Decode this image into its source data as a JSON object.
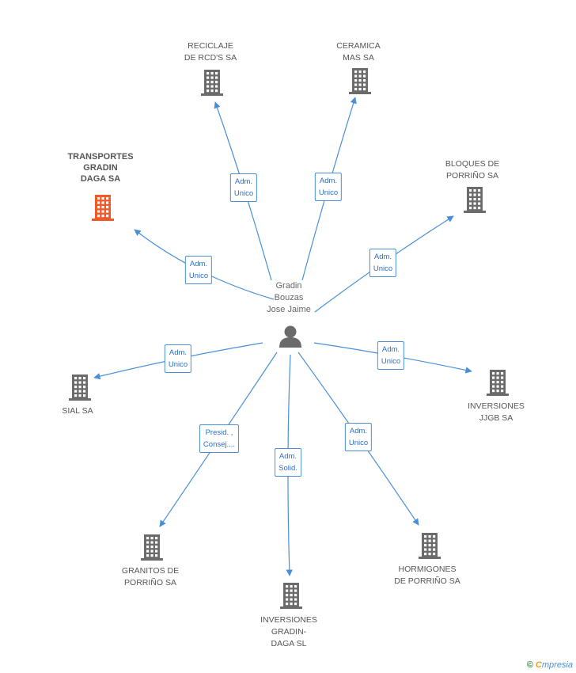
{
  "center": {
    "name": "Gradin\nBouzas\nJose Jaime"
  },
  "companies": [
    {
      "id": "transportes",
      "name": "TRANSPORTES\nGRADIN\nDAGA SA",
      "highlight": true
    },
    {
      "id": "reciclaje",
      "name": "RECICLAJE\nDE RCD'S SA"
    },
    {
      "id": "ceramica",
      "name": "CERAMICA\nMAS SA"
    },
    {
      "id": "bloques",
      "name": "BLOQUES DE\nPORRIÑO SA"
    },
    {
      "id": "sial",
      "name": "SIAL SA"
    },
    {
      "id": "inversiones-jjgb",
      "name": "INVERSIONES\nJJGB SA"
    },
    {
      "id": "granitos",
      "name": "GRANITOS DE\nPORRIÑO SA"
    },
    {
      "id": "inversiones-gradin",
      "name": "INVERSIONES\nGRADIN-\nDAGA SL"
    },
    {
      "id": "hormigones",
      "name": "HORMIGONES\nDE PORRIÑO SA"
    }
  ],
  "relations": [
    {
      "to": "transportes",
      "role": "Adm.\nUnico"
    },
    {
      "to": "reciclaje",
      "role": "Adm.\nUnico"
    },
    {
      "to": "ceramica",
      "role": "Adm.\nUnico"
    },
    {
      "to": "bloques",
      "role": "Adm.\nUnico"
    },
    {
      "to": "sial",
      "role": "Adm.\nUnico"
    },
    {
      "to": "inversiones-jjgb",
      "role": "Adm.\nUnico"
    },
    {
      "to": "granitos",
      "role": "Presid. ,\nConsej...."
    },
    {
      "to": "inversiones-gradin",
      "role": "Adm.\nSolid."
    },
    {
      "to": "hormigones",
      "role": "Adm.\nUnico"
    }
  ],
  "colors": {
    "edge": "#4a8fd6",
    "building": "#6b6b6b",
    "highlight": "#f05a28",
    "person": "#6b6b6b"
  },
  "footer": {
    "copyright": "©",
    "brand_first": "C",
    "brand_rest": "mpresia"
  }
}
